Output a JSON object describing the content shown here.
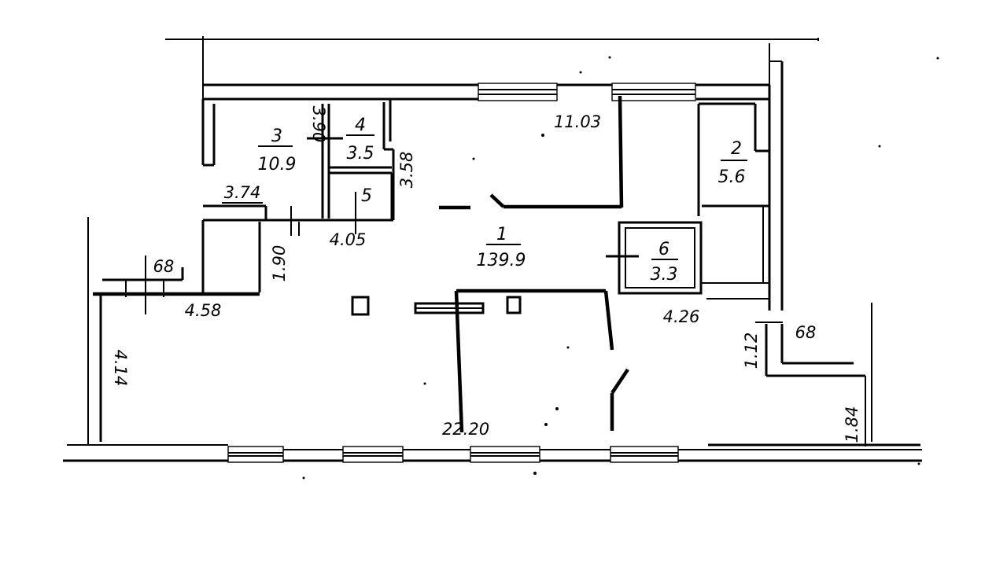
{
  "rooms": [
    {
      "number": "1",
      "area": "139.9"
    },
    {
      "number": "2",
      "area": "5.6"
    },
    {
      "number": "3",
      "area": "10.9"
    },
    {
      "number": "4",
      "area": "3.5"
    },
    {
      "number": "5",
      "area": ""
    },
    {
      "number": "6",
      "area": "3.3"
    }
  ],
  "dimensions": {
    "d_11_03": "11.03",
    "d_3_74": "3.74",
    "d_3_90": "3.90",
    "d_3_58": "3.58",
    "d_4_05": "4.05",
    "d_1_90": "1.90",
    "d_68_left": "68",
    "d_4_58": "4.58",
    "d_4_14": "4.14",
    "d_22_20": "22.20",
    "d_4_26": "4.26",
    "d_68_right": "68",
    "d_1_12": "1.12",
    "d_1_84": "1.84"
  },
  "colors": {
    "ink": "#000000",
    "paper": "#ffffff"
  }
}
